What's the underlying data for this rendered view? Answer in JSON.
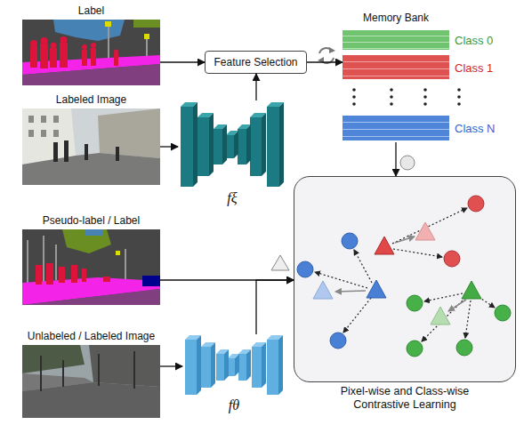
{
  "diagram": {
    "nodes": [
      {
        "text": [
          "Label"
        ]
      },
      {
        "text": [
          "Feature Selection"
        ]
      },
      {
        "text": [
          "Memory Bank"
        ]
      },
      {
        "text": [
          "Class 0"
        ],
        "in": 2
      },
      {
        "text": [
          "Class 1"
        ],
        "in": 2
      },
      {
        "text": [
          "Class N"
        ],
        "in": 2
      },
      {
        "text": [
          "Labeled Image"
        ]
      },
      {
        "text": [
          "fξ"
        ]
      },
      {
        "text": [
          "Pixel-wise and Class-wise Contrastive Learning"
        ]
      },
      {
        "text": [
          "Pseudo-label / Label"
        ]
      },
      {
        "text": [
          "Unlabeled / Labeled Image"
        ]
      },
      {
        "text": [
          "fθ"
        ]
      }
    ],
    "edges": [
      {
        "from": 0,
        "to": 1,
        "arrow": "to"
      },
      {
        "from": 6,
        "to": 7,
        "arrow": "to"
      },
      {
        "from": 7,
        "to": 1,
        "arrow": "to"
      },
      {
        "from": 1,
        "to": 2,
        "arrow": "to"
      },
      {
        "from": 2,
        "to": 8,
        "arrow": "to"
      },
      {
        "from": 9,
        "to": 8,
        "arrow": "to"
      },
      {
        "from": 10,
        "to": 11,
        "arrow": "to"
      },
      {
        "from": 11,
        "to": 8,
        "arrow": "to"
      }
    ]
  }
}
